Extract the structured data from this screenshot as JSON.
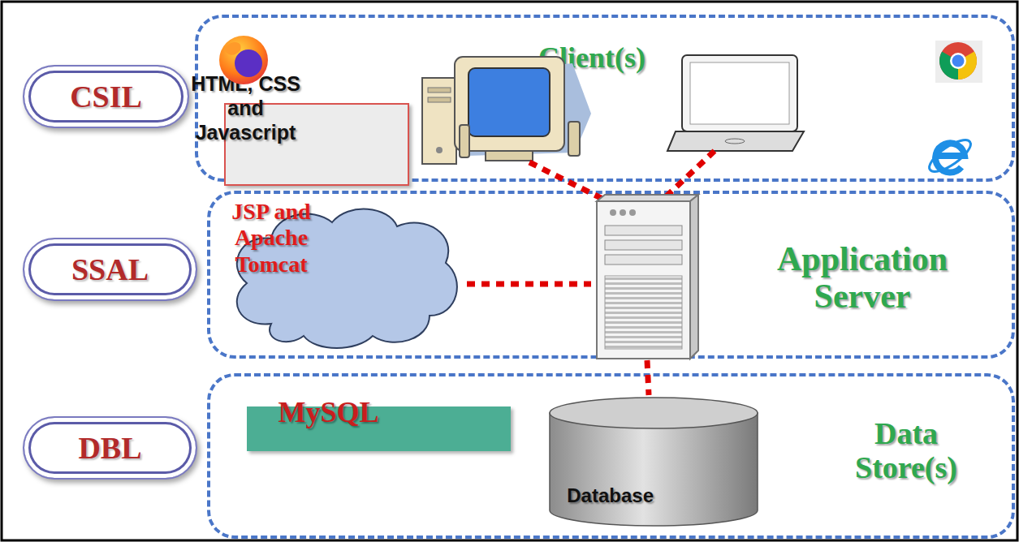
{
  "diagram": {
    "nodes": [
      {
        "text": [
          "CSIL"
        ]
      },
      {
        "text": [
          "Client(s)"
        ]
      },
      {
        "text": [
          "HTML, CSS and Javascript"
        ],
        "in": 1
      },
      {
        "text": [
          "SSAL"
        ]
      },
      {
        "text": [
          "Application Server"
        ]
      },
      {
        "text": [
          "JSP and Apache Tomcat"
        ],
        "in": 4
      },
      {
        "text": [
          "DBL"
        ]
      },
      {
        "text": [
          "Data Store(s)"
        ]
      },
      {
        "text": [
          "MySQL"
        ],
        "in": 7
      },
      {
        "text": [
          "Database"
        ],
        "in": 7
      }
    ]
  }
}
